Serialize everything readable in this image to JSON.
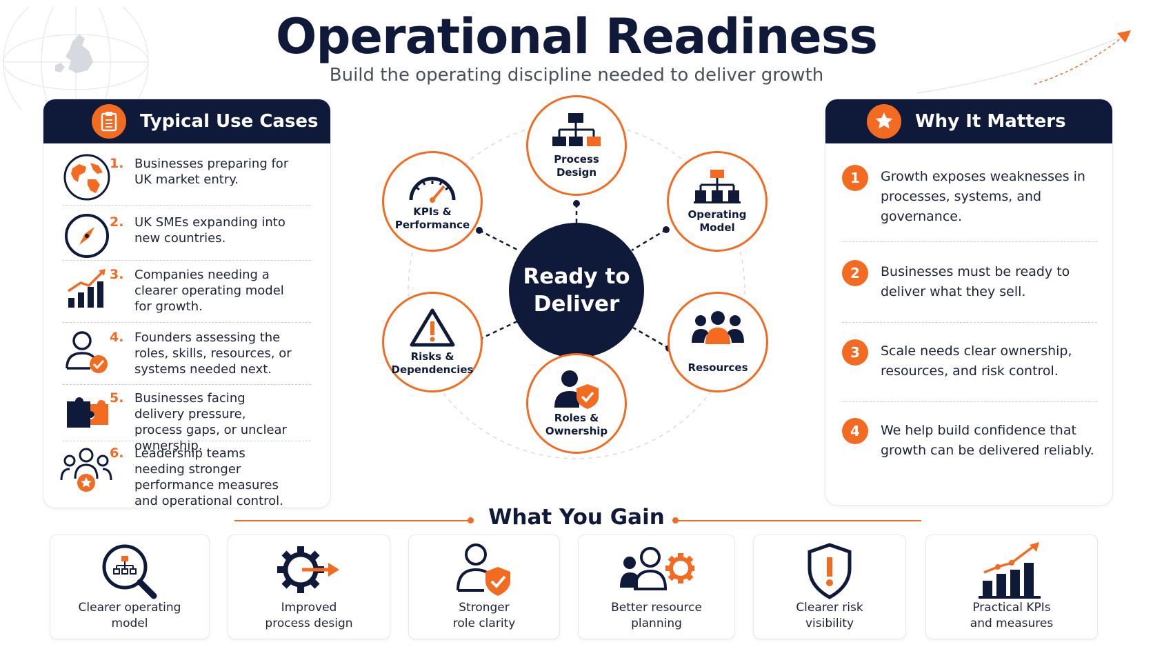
{
  "header": {
    "title": "Operational Readiness",
    "subtitle": "Build the operating discipline needed to deliver growth"
  },
  "colors": {
    "navy": "#0f1a3a",
    "orange": "#f36b21"
  },
  "use_cases": {
    "title": "Typical Use Cases",
    "icon": "clipboard-icon",
    "items": [
      {
        "num": "1.",
        "text": "Businesses preparing for UK market entry.",
        "icon": "globe-icon"
      },
      {
        "num": "2.",
        "text": "UK SMEs expanding into new countries.",
        "icon": "compass-icon"
      },
      {
        "num": "3.",
        "text": "Companies needing a clearer operating model for growth.",
        "icon": "growth-chart-icon"
      },
      {
        "num": "4.",
        "text": "Founders assessing the roles, skills, resources, or systems needed next.",
        "icon": "user-check-icon"
      },
      {
        "num": "5.",
        "text": "Businesses facing delivery pressure, process gaps, or unclear ownership.",
        "icon": "puzzle-icon"
      },
      {
        "num": "6.",
        "text": "Leadership teams needing stronger performance measures and operational control.",
        "icon": "team-star-icon"
      }
    ]
  },
  "hub": {
    "center": {
      "line1": "Ready to",
      "line2": "Deliver"
    },
    "nodes": [
      {
        "line1": "Process",
        "line2": "Design",
        "icon": "hierarchy-icon"
      },
      {
        "line1": "Operating",
        "line2": "Model",
        "icon": "org-chart-icon"
      },
      {
        "line1": "",
        "line2": "Resources",
        "icon": "people-icon"
      },
      {
        "line1": "Roles &",
        "line2": "Ownership",
        "icon": "user-shield-icon"
      },
      {
        "line1": "Risks &",
        "line2": "Dependencies",
        "icon": "warning-icon"
      },
      {
        "line1": "KPIs &",
        "line2": "Performance",
        "icon": "gauge-icon"
      }
    ]
  },
  "why": {
    "title": "Why It Matters",
    "icon": "star-icon",
    "items": [
      {
        "num": "1",
        "text": "Growth exposes weaknesses in processes, systems, and governance."
      },
      {
        "num": "2",
        "text": "Businesses must be ready to deliver what they sell."
      },
      {
        "num": "3",
        "text": "Scale needs clear ownership, resources, and risk control."
      },
      {
        "num": "4",
        "text": "We help build confidence that growth can be delivered reliably."
      }
    ]
  },
  "gain": {
    "title": "What You Gain",
    "items": [
      {
        "line1": "Clearer operating",
        "line2": "model",
        "icon": "search-hierarchy-icon"
      },
      {
        "line1": "Improved",
        "line2": "process design",
        "icon": "gear-arrow-icon"
      },
      {
        "line1": "Stronger",
        "line2": "role clarity",
        "icon": "user-shield-icon"
      },
      {
        "line1": "Better resource",
        "line2": "planning",
        "icon": "people-gear-icon"
      },
      {
        "line1": "Clearer risk",
        "line2": "visibility",
        "icon": "shield-alert-icon"
      },
      {
        "line1": "Practical KPIs",
        "line2": "and measures",
        "icon": "kpi-chart-icon"
      }
    ]
  }
}
